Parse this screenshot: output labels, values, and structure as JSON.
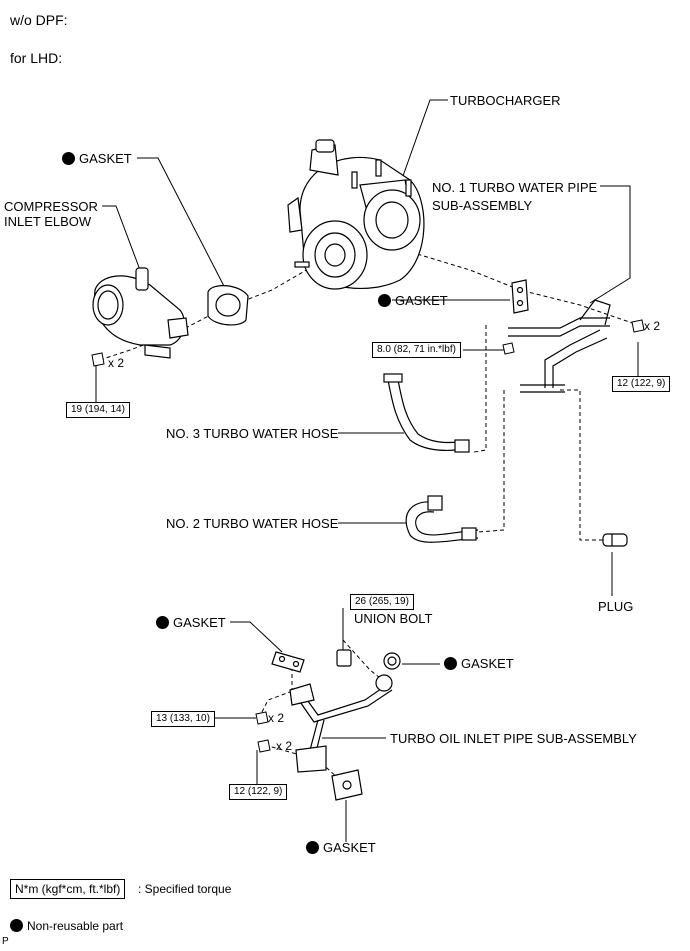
{
  "header": {
    "line1": "w/o DPF:",
    "line2": "for LHD:"
  },
  "labels": {
    "turbocharger": "TURBOCHARGER",
    "gasket_top": "GASKET",
    "compressor_inlet_elbow_1": "COMPRESSOR",
    "compressor_inlet_elbow_2": "INLET ELBOW",
    "no1_pipe_1": "NO. 1 TURBO WATER PIPE",
    "no1_pipe_2": "SUB-ASSEMBLY",
    "gasket_mid": "GASKET",
    "no3_hose": "NO. 3 TURBO WATER HOSE",
    "no2_hose": "NO. 2 TURBO WATER HOSE",
    "plug": "PLUG",
    "gasket_lower_left": "GASKET",
    "union_bolt": "UNION BOLT",
    "gasket_lower_right": "GASKET",
    "oil_pipe": "TURBO OIL INLET PIPE SUB-ASSEMBLY",
    "gasket_bottom": "GASKET"
  },
  "torques": {
    "t1": "8.0 (82, 71 in.*lbf)",
    "t2": "12 (122, 9)",
    "t3": "19 (194, 14)",
    "t4": "26 (265, 19)",
    "t5": "13 (133, 10)",
    "t6": "12 (122, 9)"
  },
  "multipliers": {
    "m1": "x 2",
    "m2": "x 2",
    "m3": "x 2",
    "m4": "x 2"
  },
  "legend": {
    "torque_box": "N*m (kgf*cm, ft.*lbf)",
    "torque_desc": ": Specified torque",
    "nonreusable": "Non-reusable part"
  },
  "footer": {
    "code": "P"
  }
}
